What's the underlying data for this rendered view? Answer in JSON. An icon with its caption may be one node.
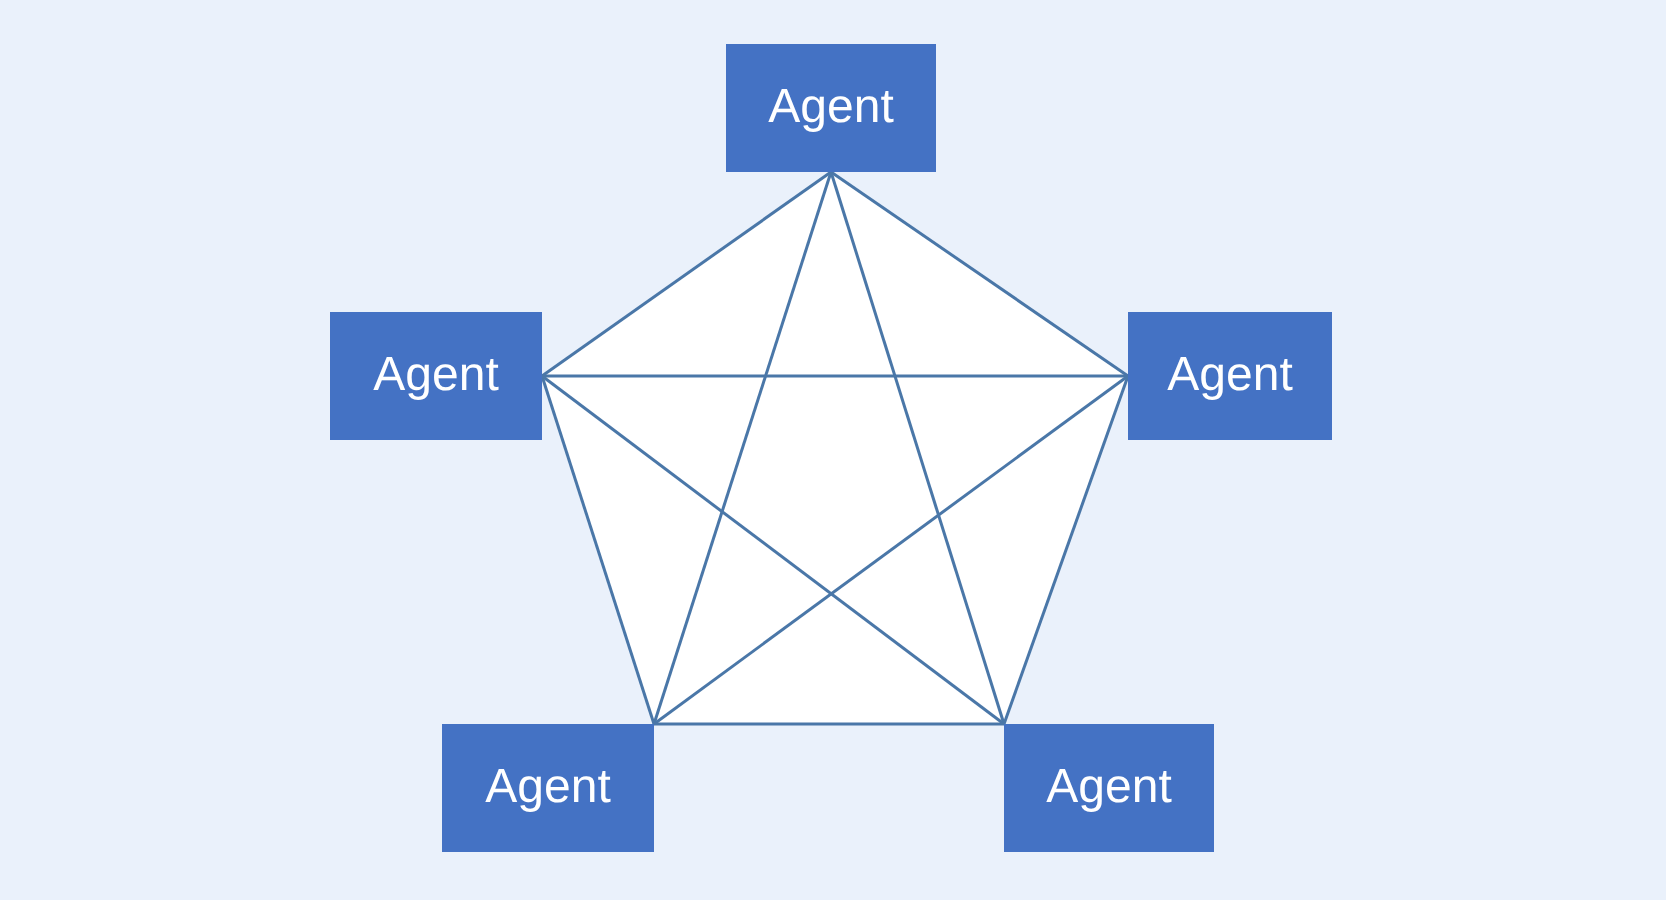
{
  "diagram": {
    "nodes": [
      {
        "text": [
          "Agent"
        ]
      },
      {
        "text": [
          "Agent"
        ]
      },
      {
        "text": [
          "Agent"
        ]
      },
      {
        "text": [
          "Agent"
        ]
      },
      {
        "text": [
          "Agent"
        ]
      }
    ],
    "edges": [
      {
        "from": 0,
        "to": 1,
        "arrow": "none"
      },
      {
        "from": 0,
        "to": 2,
        "arrow": "none"
      },
      {
        "from": 0,
        "to": 3,
        "arrow": "none"
      },
      {
        "from": 0,
        "to": 4,
        "arrow": "none"
      },
      {
        "from": 1,
        "to": 2,
        "arrow": "none"
      },
      {
        "from": 1,
        "to": 3,
        "arrow": "none"
      },
      {
        "from": 1,
        "to": 4,
        "arrow": "none"
      },
      {
        "from": 2,
        "to": 3,
        "arrow": "none"
      },
      {
        "from": 2,
        "to": 4,
        "arrow": "none"
      },
      {
        "from": 3,
        "to": 4,
        "arrow": "none"
      }
    ]
  }
}
